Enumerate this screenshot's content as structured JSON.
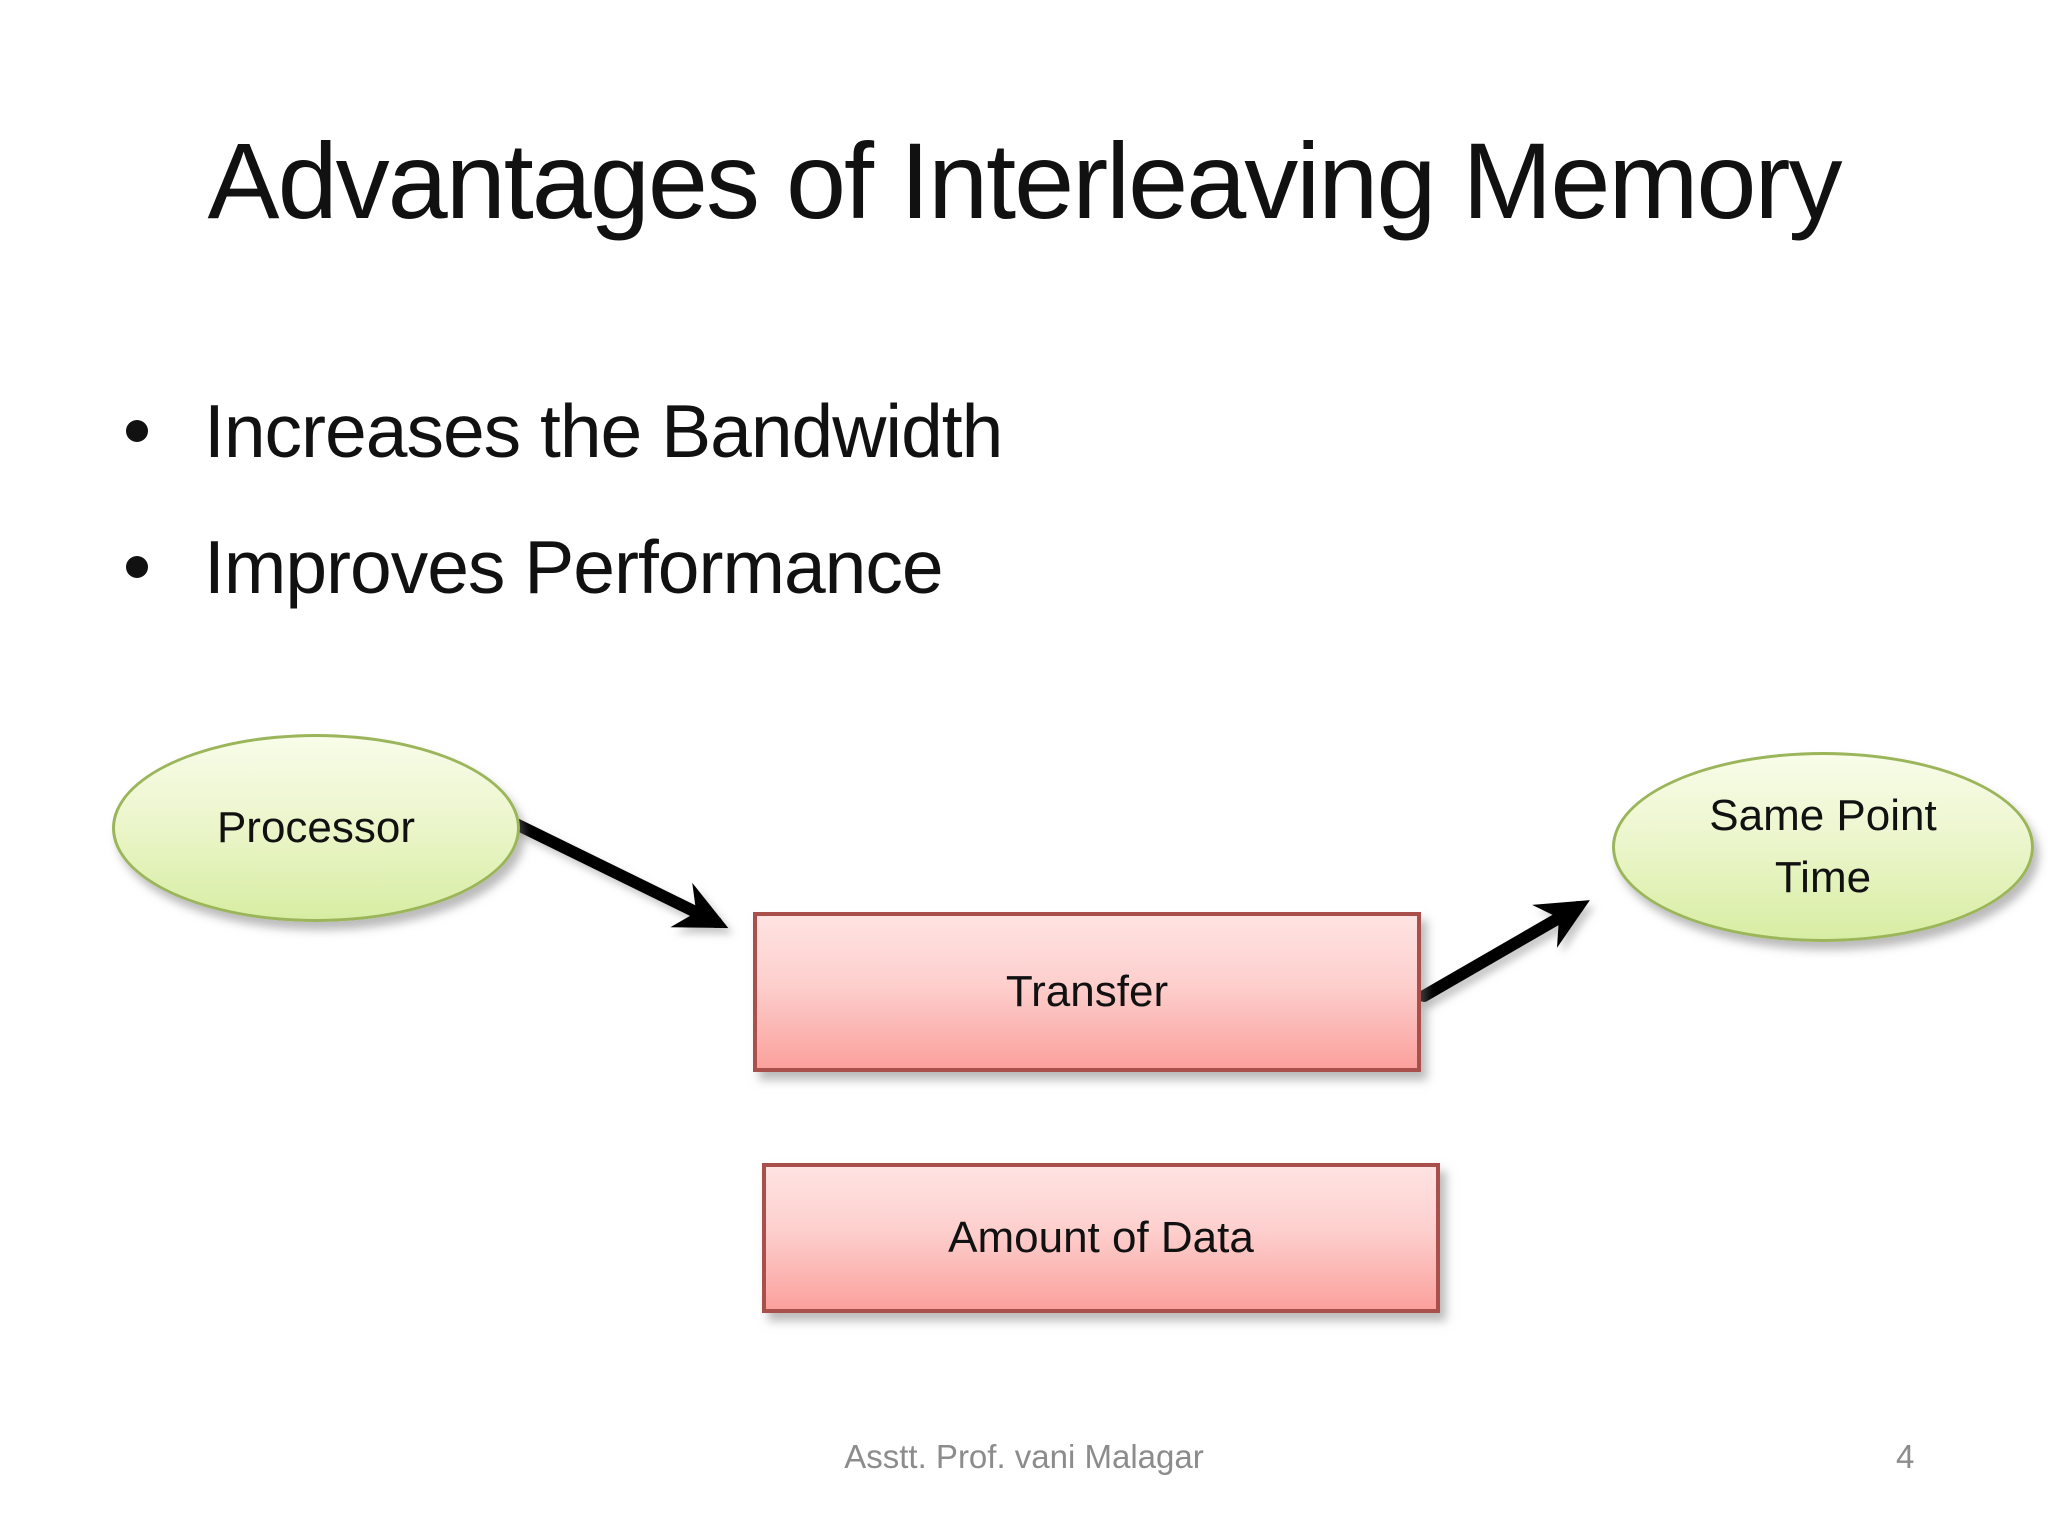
{
  "slide": {
    "title": "Advantages of Interleaving Memory",
    "bullets": [
      "Increases the Bandwidth",
      "Improves Performance"
    ],
    "footer": {
      "author": "Asstt. Prof. vani Malagar",
      "page_number": "4"
    }
  },
  "diagram": {
    "nodes": [
      {
        "id": "processor",
        "shape": "ellipse",
        "label": "Processor"
      },
      {
        "id": "transfer",
        "shape": "rect",
        "label": "Transfer"
      },
      {
        "id": "same-point-time",
        "shape": "ellipse",
        "label": "Same Point Time"
      },
      {
        "id": "amount-of-data",
        "shape": "rect",
        "label": "Amount of Data"
      }
    ],
    "edges": [
      {
        "from": "processor",
        "to": "transfer"
      },
      {
        "from": "transfer",
        "to": "same-point-time"
      }
    ],
    "colors": {
      "ellipse_fill_top": "#f8fce9",
      "ellipse_fill_bottom": "#d8eda3",
      "ellipse_border": "#9bb55a",
      "rect_fill_top": "#fee3e2",
      "rect_fill_bottom": "#fba19d",
      "rect_border": "#a9504c",
      "arrow": "#000000"
    }
  }
}
